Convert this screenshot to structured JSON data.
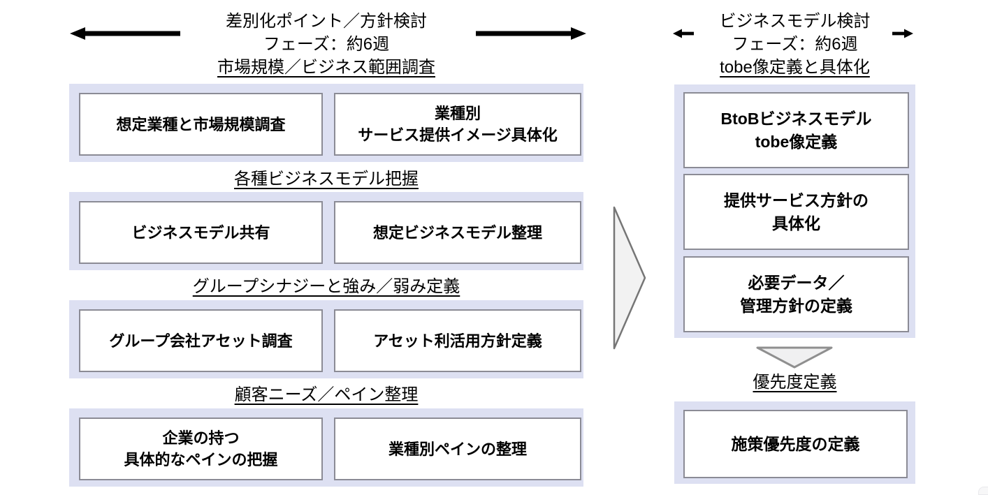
{
  "colors": {
    "container_background": "#dde0f2",
    "box_background": "#ffffff",
    "box_border": "#8b8b95",
    "phase_arrow": "#000000",
    "flow_arrow_fill": "#f2f2f2",
    "flow_arrow_border": "#767676",
    "down_arrow_fill": "#f0f0f1",
    "down_arrow_border": "#8f8f8f",
    "text": "#000000"
  },
  "left_phase": {
    "title": "差別化ポイント／方針検討",
    "duration": "フェーズ：約6週",
    "sections": [
      {
        "label": "市場規模／ビジネス範囲調査",
        "boxes": [
          {
            "lines": [
              "想定業種と市場規模調査"
            ]
          },
          {
            "lines": [
              "業種別",
              "サービス提供イメージ具体化"
            ]
          }
        ]
      },
      {
        "label": "各種ビジネスモデル把握",
        "boxes": [
          {
            "lines": [
              "ビジネスモデル共有"
            ]
          },
          {
            "lines": [
              "想定ビジネスモデル整理"
            ]
          }
        ]
      },
      {
        "label": "グループシナジーと強み／弱み定義",
        "boxes": [
          {
            "lines": [
              "グループ会社アセット調査"
            ]
          },
          {
            "lines": [
              "アセット利活用方針定義"
            ]
          }
        ]
      },
      {
        "label": "顧客ニーズ／ペイン整理",
        "boxes": [
          {
            "lines": [
              "企業の持つ",
              "具体的なペインの把握"
            ]
          },
          {
            "lines": [
              "業種別ペインの整理"
            ]
          }
        ]
      }
    ]
  },
  "right_phase": {
    "title": "ビジネスモデル検討",
    "duration": "フェーズ：約6週",
    "sections": [
      {
        "label": "tobe像定義と具体化",
        "boxes": [
          {
            "lines": [
              "BtoBビジネスモデル",
              "tobe像定義"
            ]
          },
          {
            "lines": [
              "提供サービス方針の",
              "具体化"
            ]
          },
          {
            "lines": [
              "必要データ／",
              "管理方針の定義"
            ]
          }
        ]
      },
      {
        "label": "優先度定義",
        "boxes": [
          {
            "lines": [
              "施策優先度の定義"
            ]
          }
        ]
      }
    ]
  }
}
